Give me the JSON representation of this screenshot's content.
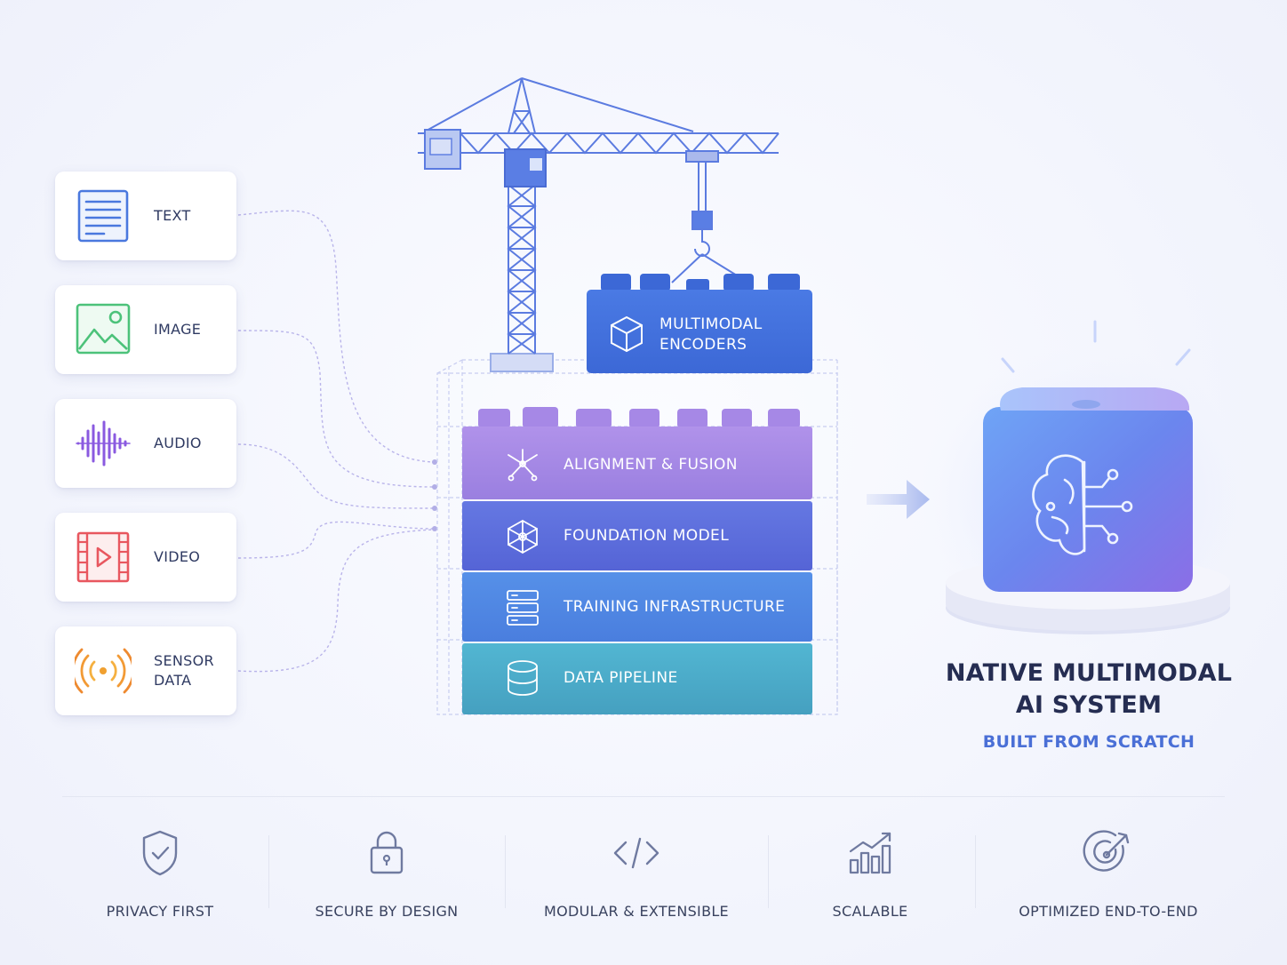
{
  "inputs": [
    {
      "label": "TEXT",
      "icon": "document-icon",
      "color": "#4a78de"
    },
    {
      "label": "IMAGE",
      "icon": "image-icon",
      "color": "#4cc27a"
    },
    {
      "label": "AUDIO",
      "icon": "audio-waveform-icon",
      "color": "#8a5ae0"
    },
    {
      "label": "VIDEO",
      "icon": "video-frame-icon",
      "color": "#e8575f"
    },
    {
      "label_line1": "SENSOR",
      "label_line2": "DATA",
      "icon": "sensor-signal-icon",
      "color": "#f0a030"
    }
  ],
  "encoder_block": {
    "line1": "MULTIMODAL",
    "line2": "ENCODERS",
    "icon": "cube-icon",
    "color": "#3f6fdc"
  },
  "stack": [
    {
      "label": "ALIGNMENT & FUSION",
      "icon": "merge-icon",
      "color": "#a78ae6"
    },
    {
      "label": "FOUNDATION MODEL",
      "icon": "network-icon",
      "color": "#5f6fdc"
    },
    {
      "label": "TRAINING INFRASTRUCTURE",
      "icon": "server-icon",
      "color": "#4f85e0"
    },
    {
      "label": "DATA PIPELINE",
      "icon": "database-icon",
      "color": "#4aa8c6"
    }
  ],
  "result": {
    "title_line1": "NATIVE MULTIMODAL",
    "title_line2": "AI SYSTEM",
    "subtitle": "BUILT FROM SCRATCH",
    "icon": "brain-circuit-icon"
  },
  "features": [
    {
      "label": "PRIVACY FIRST",
      "icon": "shield-check-icon"
    },
    {
      "label": "SECURE BY DESIGN",
      "icon": "lock-icon"
    },
    {
      "label": "MODULAR & EXTENSIBLE",
      "icon": "code-icon"
    },
    {
      "label": "SCALABLE",
      "icon": "bar-chart-up-icon"
    },
    {
      "label": "OPTIMIZED END-TO-END",
      "icon": "target-icon"
    }
  ]
}
